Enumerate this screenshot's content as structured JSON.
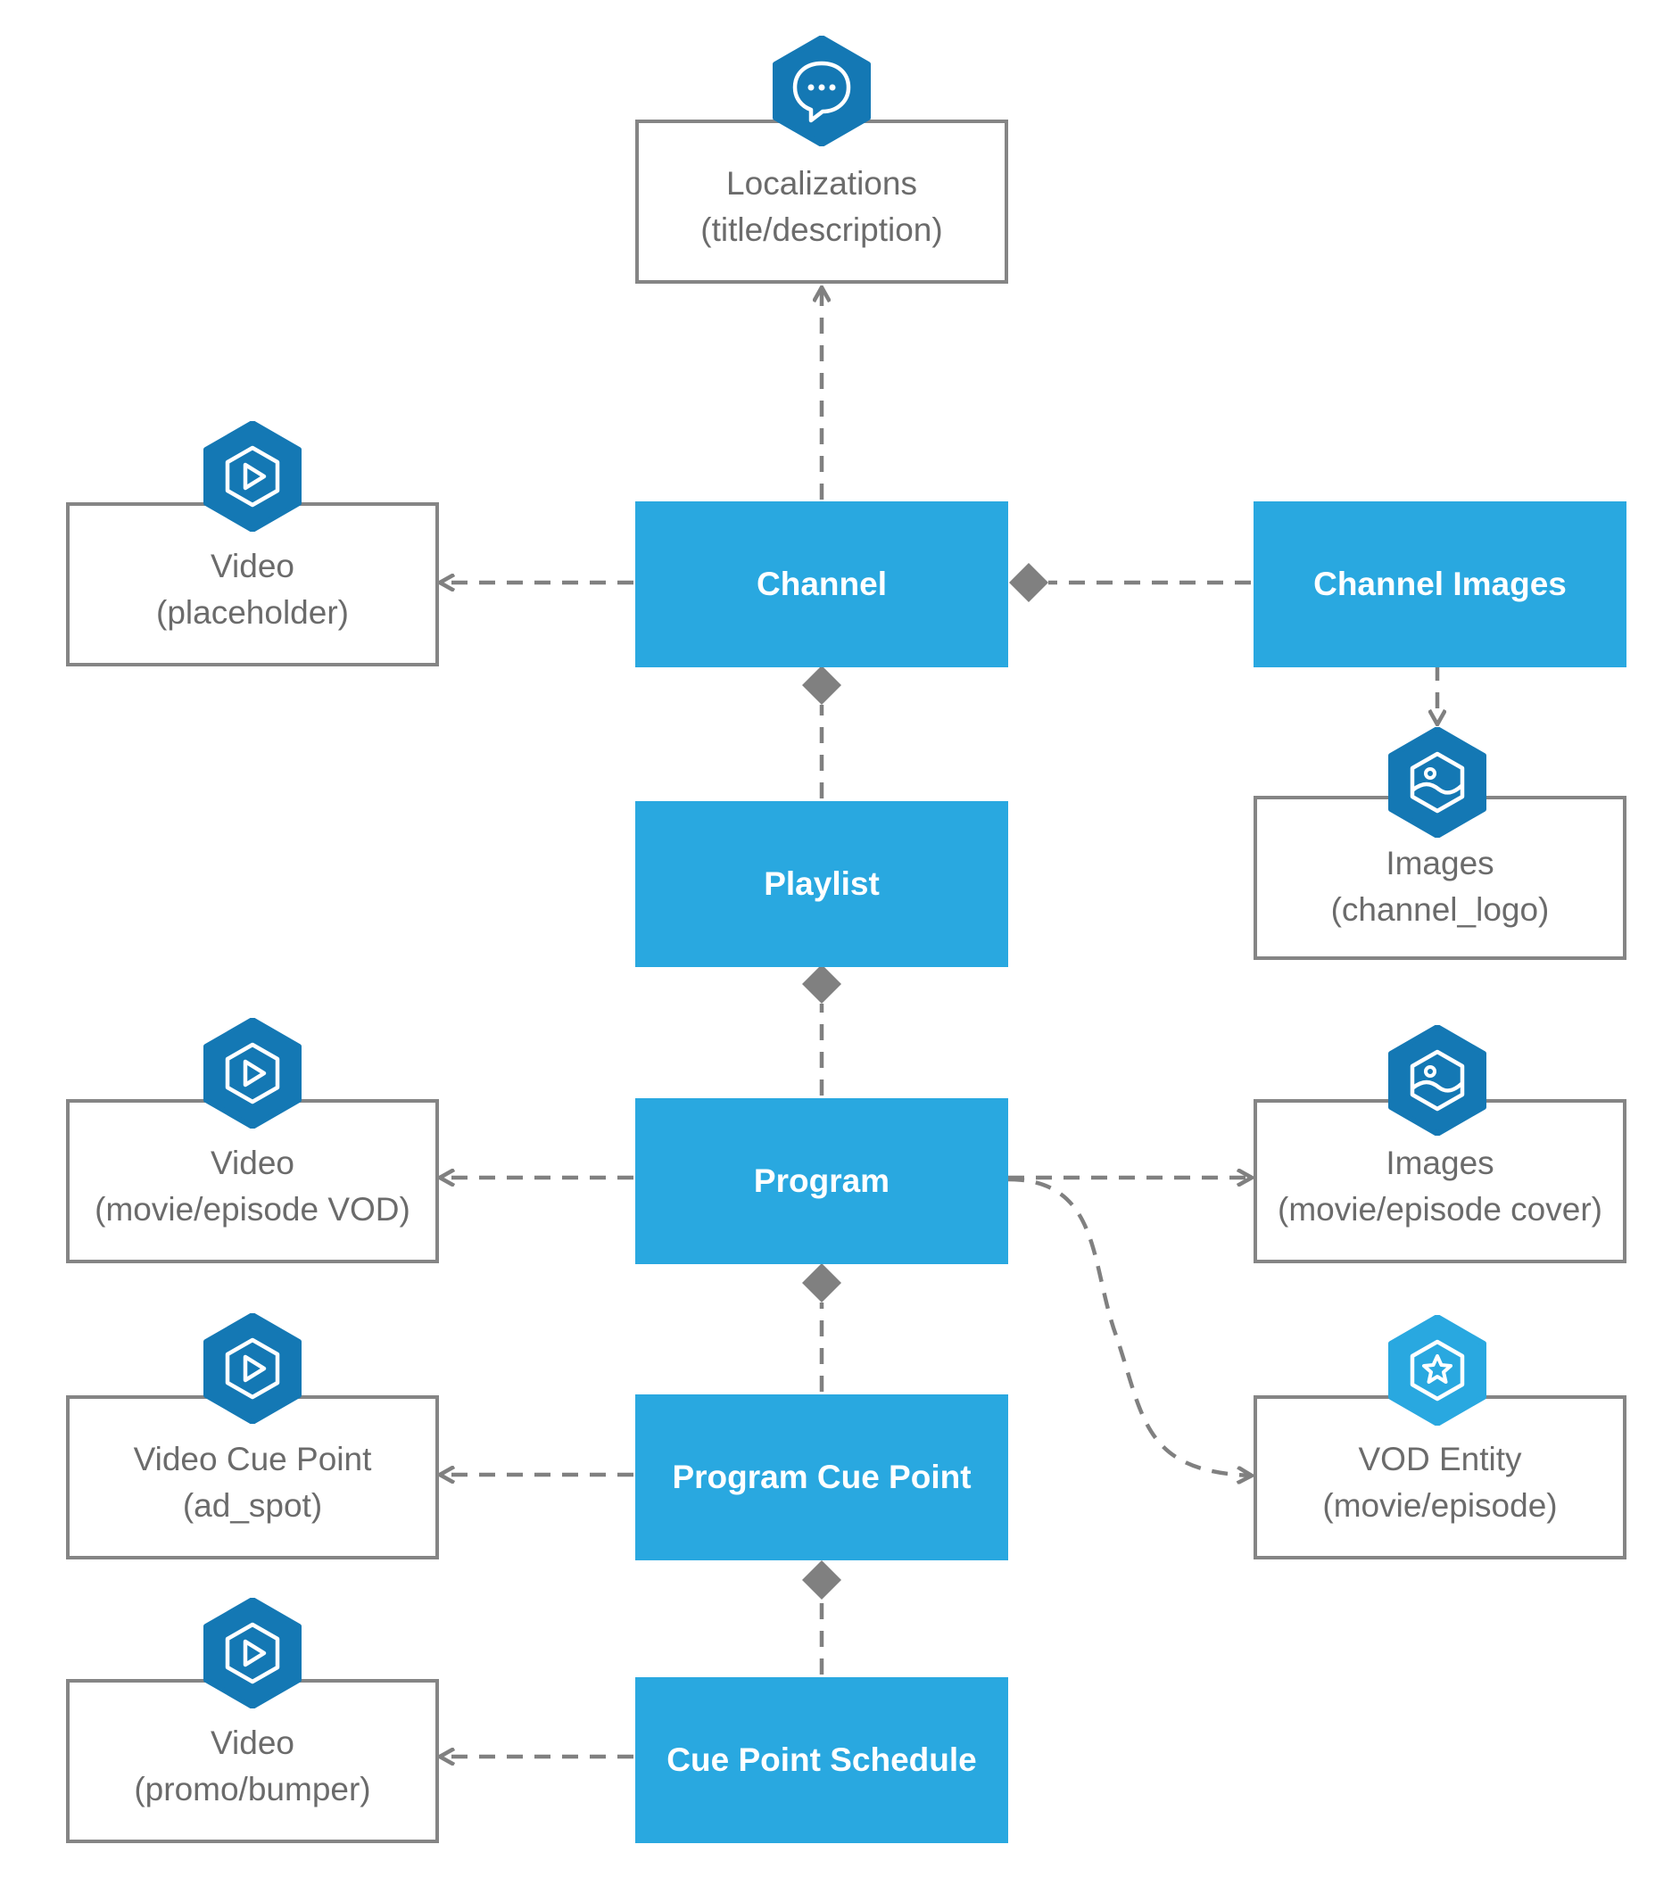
{
  "entities": {
    "channel": "Channel",
    "channel_images": "Channel Images",
    "playlist": "Playlist",
    "program": "Program",
    "program_cue_point": "Program Cue Point",
    "cue_point_schedule": "Cue Point Schedule"
  },
  "refs": {
    "localizations": {
      "line1": "Localizations",
      "line2": "(title/description)",
      "icon": "chat-bubble-icon"
    },
    "video_placeholder": {
      "line1": "Video",
      "line2": "(placeholder)",
      "icon": "play-icon"
    },
    "images_channel_logo": {
      "line1": "Images",
      "line2": "(channel_logo)",
      "icon": "image-icon"
    },
    "video_vod": {
      "line1": "Video",
      "line2": "(movie/episode VOD)",
      "icon": "play-icon"
    },
    "images_cover": {
      "line1": "Images",
      "line2": "(movie/episode cover)",
      "icon": "image-icon"
    },
    "video_cue_point": {
      "line1": "Video Cue Point",
      "line2": "(ad_spot)",
      "icon": "play-icon"
    },
    "vod_entity": {
      "line1": "VOD Entity",
      "line2": "(movie/episode)",
      "icon": "star-icon"
    },
    "video_promo": {
      "line1": "Video",
      "line2": "(promo/bumper)",
      "icon": "play-icon"
    }
  },
  "colors": {
    "entity_fill": "#29a8e0",
    "ref_border": "#858585",
    "connector": "#808080",
    "icon_dark": "#1478b4",
    "icon_light": "#29a8e0"
  }
}
